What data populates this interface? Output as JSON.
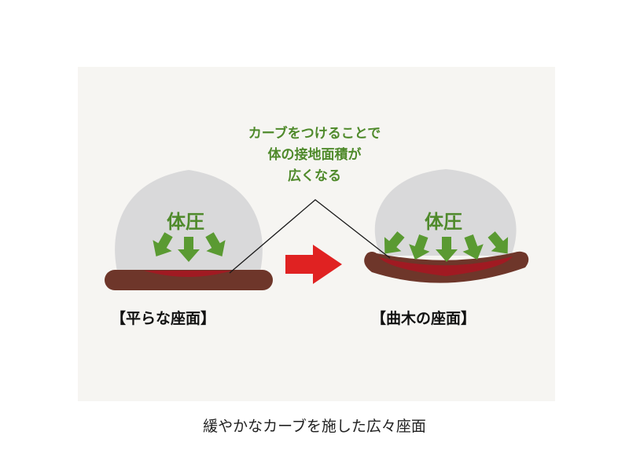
{
  "callout": {
    "line1": "カーブをつけることで",
    "line2": "体の接地面積が",
    "line3": "広くなる"
  },
  "left": {
    "pressure_label": "体圧",
    "seat_label": "【平らな座面】"
  },
  "right": {
    "pressure_label": "体圧",
    "seat_label": "【曲木の座面】"
  },
  "caption": "緩やかなカーブを施した広々座面",
  "colors": {
    "background_panel": "#f6f5f2",
    "body_shape": "#d9d9da",
    "seat_wood": "#6e362a",
    "contact_area": "#a01a22",
    "pressure_arrow": "#5a9a32",
    "transition_arrow": "#e02222",
    "callout_text": "#4f8a2b"
  },
  "icons": [
    "down-arrow-icon",
    "diagonal-arrow-icon",
    "right-arrow-icon"
  ]
}
